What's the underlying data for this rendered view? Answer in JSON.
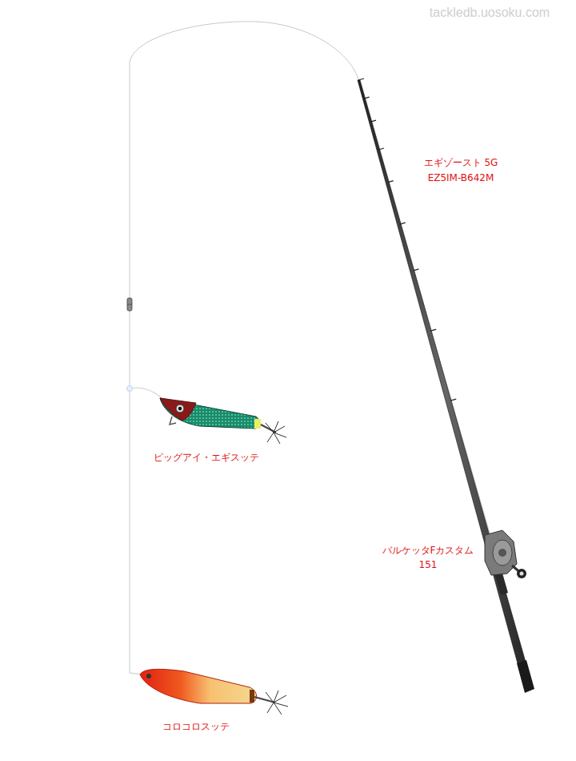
{
  "diagram": {
    "labels": [
      "tackledb.uosoku.com",
      "エギゾースト 5G",
      "EZ5IM-B642M",
      "バルケッタFカスタム",
      "151",
      "ピッグアイ・エギスッテ",
      "コロコロスッテ"
    ]
  }
}
